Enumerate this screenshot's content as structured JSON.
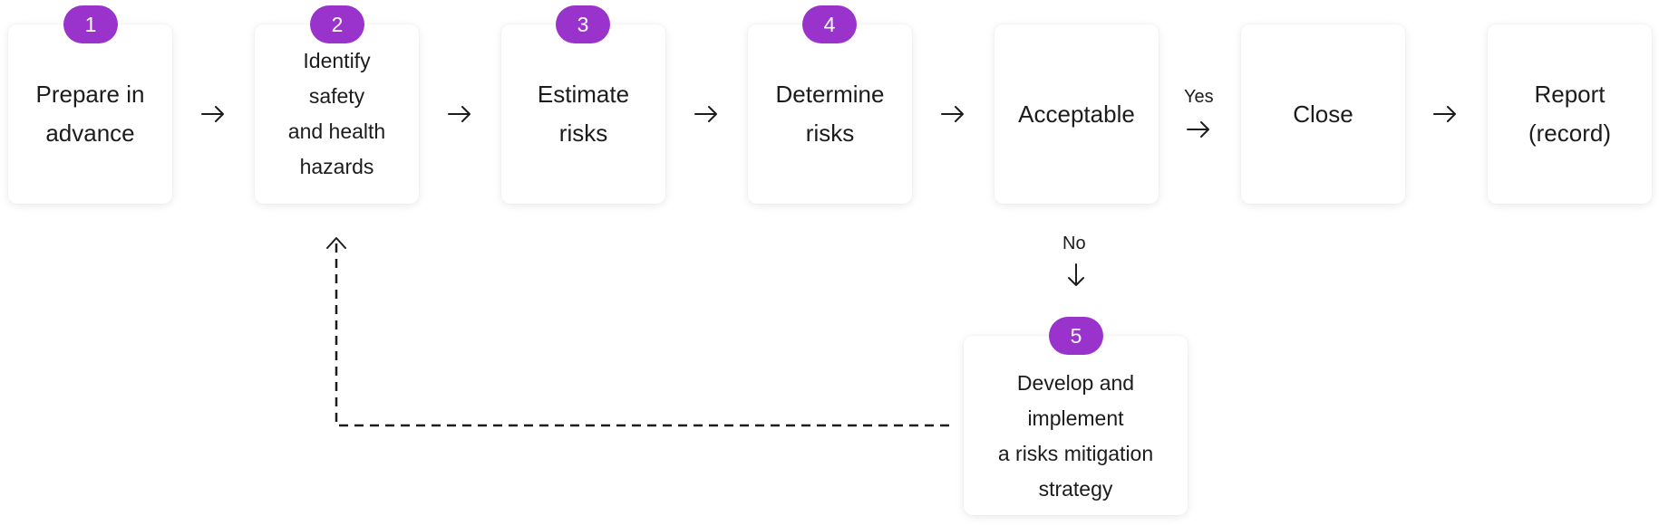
{
  "steps": [
    {
      "number": "1",
      "label_lines": [
        "Prepare in",
        "advance"
      ]
    },
    {
      "number": "2",
      "label_lines": [
        "Identify",
        "safety",
        "and health",
        "hazards"
      ]
    },
    {
      "number": "3",
      "label_lines": [
        "Estimate",
        "risks"
      ]
    },
    {
      "number": "4",
      "label_lines": [
        "Determine",
        "risks"
      ]
    },
    {
      "number": "5",
      "label_lines": [
        "Develop and",
        "implement",
        "a risks mitigation",
        "strategy"
      ]
    }
  ],
  "decision": {
    "label": "Acceptable",
    "yes_label": "Yes",
    "no_label": "No"
  },
  "close": {
    "label": "Close"
  },
  "report": {
    "label_lines": [
      "Report",
      "(record)"
    ]
  },
  "colors": {
    "accent": "#9933cc",
    "text": "#1c1c1c",
    "card": "#ffffff"
  }
}
